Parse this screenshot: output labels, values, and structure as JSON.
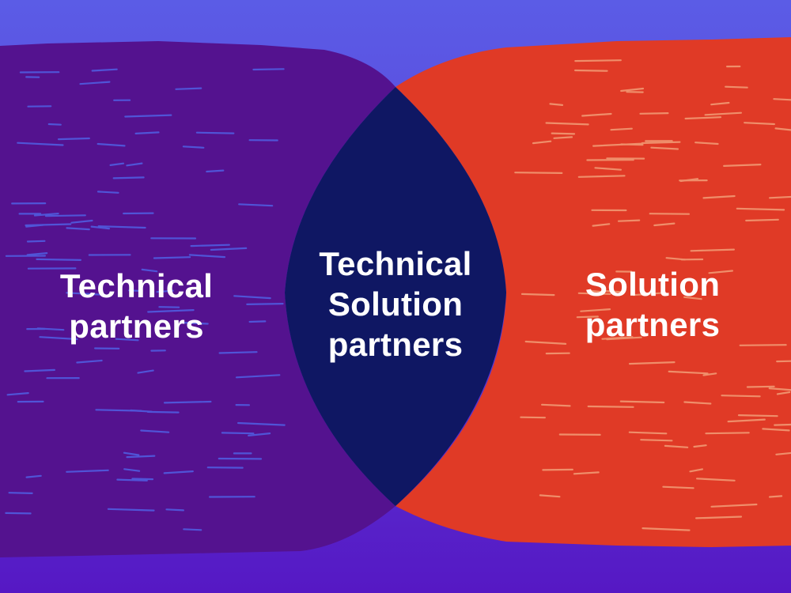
{
  "diagram": {
    "type": "venn",
    "sets": [
      {
        "id": "left",
        "lines": [
          "Technical",
          "partners"
        ],
        "color": "#54128f"
      },
      {
        "id": "center",
        "lines": [
          "Technical",
          "Solution",
          "partners"
        ],
        "color": "#0f1763"
      },
      {
        "id": "right",
        "lines": [
          "Solution",
          "partners"
        ],
        "color": "#e03a26"
      }
    ],
    "background": {
      "top_color": "#5b5ce6",
      "bottom_color": "#5618c4"
    },
    "stroke_colors": {
      "left": "#4f6af0",
      "right": "#f3a37c"
    }
  }
}
